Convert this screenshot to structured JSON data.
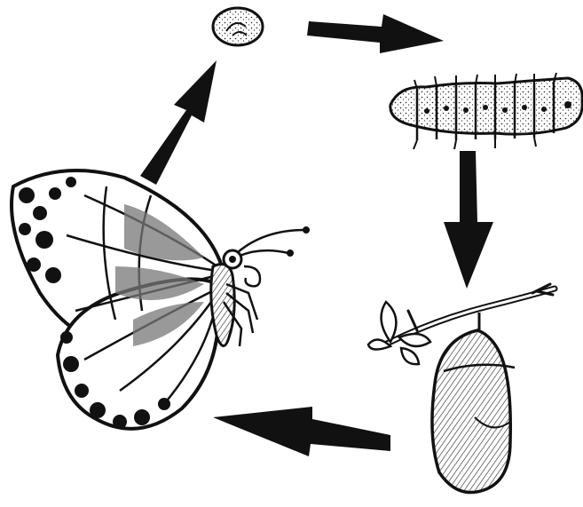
{
  "diagram": {
    "stages": [
      {
        "id": "egg",
        "icon": "egg-icon"
      },
      {
        "id": "caterpillar",
        "icon": "caterpillar-icon"
      },
      {
        "id": "chrysalis",
        "icon": "chrysalis-icon"
      },
      {
        "id": "butterfly",
        "icon": "butterfly-icon"
      }
    ],
    "flow": [
      {
        "from": "egg",
        "to": "caterpillar"
      },
      {
        "from": "caterpillar",
        "to": "chrysalis"
      },
      {
        "from": "chrysalis",
        "to": "butterfly"
      },
      {
        "from": "butterfly",
        "to": "egg"
      }
    ],
    "colors": {
      "ink": "#111111",
      "paper": "#ffffff",
      "shade": "#8a8a8a"
    }
  }
}
